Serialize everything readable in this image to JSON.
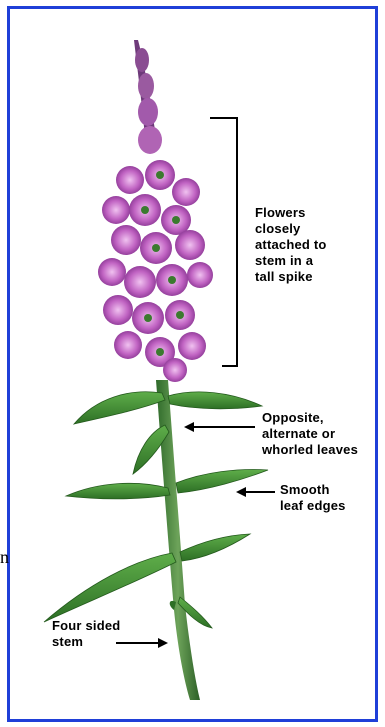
{
  "title": "",
  "colors": {
    "frame_border": "#1f3fd8",
    "stem_green": "#4a8a3c",
    "leaf_green": "#3f8f2f",
    "flower_purple": "#b04bb3",
    "flower_dark": "#7a2e88",
    "annotation": "#000000"
  },
  "labels": {
    "flowers": "Flowers\nclosely\nattached to\nstem in a\ntall spike",
    "leaves": "Opposite,\nalternate or\nwhorled leaves",
    "edges": "Smooth\nleaf edges",
    "stem": "Four sided\nstem"
  },
  "stray_mark": "n"
}
